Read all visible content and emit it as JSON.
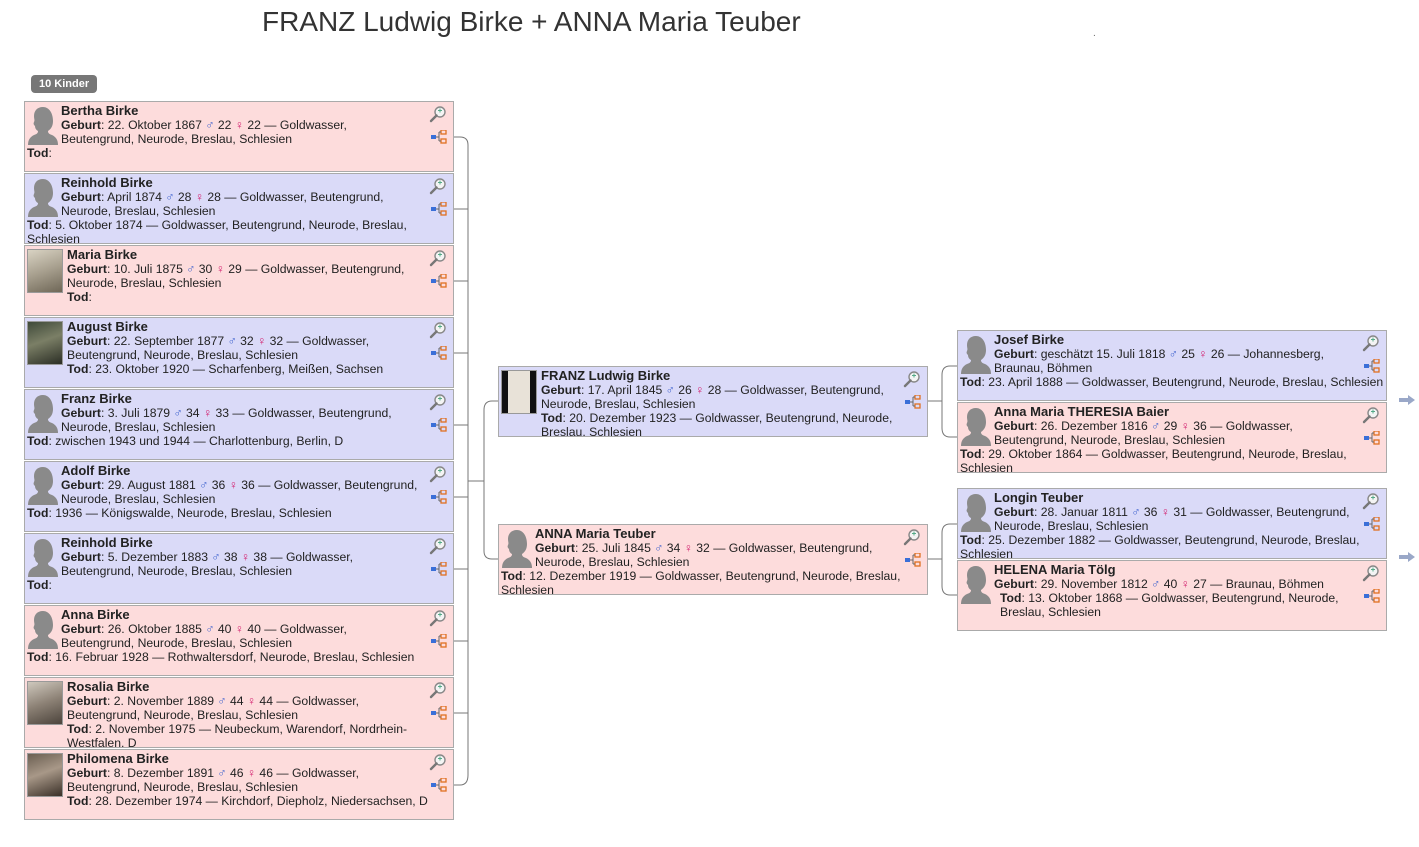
{
  "page": {
    "title": "FRANZ Ludwig Birke + ANNA Maria Teuber",
    "dot": "."
  },
  "children_badge": "10 Kinder",
  "labels": {
    "birth": "Geburt",
    "death": "Tod"
  },
  "icons": {
    "zoom": "magnifier-zoom-icon",
    "tree": "family-tree-icon",
    "silhouette": "silhouette-icon",
    "male": "male-symbol",
    "female": "female-symbol",
    "more": "arrow-right-icon"
  },
  "colors": {
    "male_box": "#dadaf8",
    "female_box": "#fddcdc",
    "male_symbol": "#3a5fcd",
    "female_symbol": "#d3206e",
    "connector": "#777777"
  },
  "children": [
    {
      "name": "Bertha Birke",
      "birth_prefix": "22. Oktober 1867",
      "father_age": "22",
      "mother_age": "22",
      "birth_suffix": " — Goldwasser, Beutengrund, Neurode, Breslau, Schlesien",
      "death": ""
    },
    {
      "name": "Reinhold Birke",
      "birth_prefix": "April 1874",
      "father_age": "28",
      "mother_age": "28",
      "birth_suffix": " — Goldwasser, Beutengrund, Neurode, Breslau, Schlesien",
      "death": "5. Oktober 1874 — Goldwasser, Beutengrund, Neurode, Breslau, Schlesien"
    },
    {
      "name": "Maria Birke",
      "birth_prefix": "10. Juli 1875",
      "father_age": "30",
      "mother_age": "29",
      "birth_suffix": " — Goldwasser, Beutengrund, Neurode, Breslau, Schlesien",
      "death": ""
    },
    {
      "name": "August Birke",
      "birth_prefix": "22. September 1877",
      "father_age": "32",
      "mother_age": "32",
      "birth_suffix": " — Goldwasser, Beutengrund, Neurode, Breslau, Schlesien",
      "death": "23. Oktober 1920 — Scharfenberg, Meißen, Sachsen"
    },
    {
      "name": "Franz Birke",
      "birth_prefix": "3. Juli 1879",
      "father_age": "34",
      "mother_age": "33",
      "birth_suffix": " — Goldwasser, Beutengrund, Neurode, Breslau, Schlesien",
      "death": "zwischen 1943 und 1944 — Charlottenburg, Berlin, D"
    },
    {
      "name": "Adolf Birke",
      "birth_prefix": "29. August 1881",
      "father_age": "36",
      "mother_age": "36",
      "birth_suffix": " — Goldwasser, Beutengrund, Neurode, Breslau, Schlesien",
      "death": "1936 — Königswalde, Neurode, Breslau, Schlesien"
    },
    {
      "name": "Reinhold Birke",
      "birth_prefix": "5. Dezember 1883",
      "father_age": "38",
      "mother_age": "38",
      "birth_suffix": " — Goldwasser, Beutengrund, Neurode, Breslau, Schlesien",
      "death": ""
    },
    {
      "name": "Anna Birke",
      "birth_prefix": "26. Oktober 1885",
      "father_age": "40",
      "mother_age": "40",
      "birth_suffix": " — Goldwasser, Beutengrund, Neurode, Breslau, Schlesien",
      "death": "16. Februar 1928 — Rothwaltersdorf, Neurode, Breslau, Schlesien"
    },
    {
      "name": "Rosalia Birke",
      "birth_prefix": "2. November 1889",
      "father_age": "44",
      "mother_age": "44",
      "birth_suffix": " — Goldwasser, Beutengrund, Neurode, Breslau, Schlesien",
      "death": "2. November 1975 — Neubeckum, Warendorf, Nordrhein-Westfalen, D"
    },
    {
      "name": "Philomena Birke",
      "birth_prefix": "8. Dezember 1891",
      "father_age": "46",
      "mother_age": "46",
      "birth_suffix": " — Goldwasser, Beutengrund, Neurode, Breslau, Schlesien",
      "death": "28. Dezember 1974 — Kirchdorf, Diepholz, Niedersachsen, D"
    }
  ],
  "parents": [
    {
      "name": "FRANZ Ludwig Birke",
      "birth_prefix": "17. April 1845",
      "father_age": "26",
      "mother_age": "28",
      "birth_suffix": " — Goldwasser, Beutengrund, Neurode, Breslau, Schlesien",
      "death": "20. Dezember 1923 — Goldwasser, Beutengrund, Neurode, Breslau, Schlesien"
    },
    {
      "name": "ANNA Maria Teuber",
      "birth_prefix": "25. Juli 1845",
      "father_age": "34",
      "mother_age": "32",
      "birth_suffix": " — Goldwasser, Beutengrund, Neurode, Breslau, Schlesien",
      "death": "12. Dezember 1919 — Goldwasser, Beutengrund, Neurode, Breslau, Schlesien"
    }
  ],
  "grandparents": [
    {
      "name": "Josef Birke",
      "birth_prefix": "geschätzt 15. Juli 1818",
      "father_age": "25",
      "mother_age": "26",
      "birth_suffix": " — Johannesberg, Braunau, Böhmen",
      "death": "23. April 1888 — Goldwasser, Beutengrund, Neurode, Breslau, Schlesien"
    },
    {
      "name": "Anna Maria THERESIA Baier",
      "birth_prefix": "26. Dezember 1816",
      "father_age": "29",
      "mother_age": "36",
      "birth_suffix": " — Goldwasser, Beutengrund, Neurode, Breslau, Schlesien",
      "death": "29. Oktober 1864 — Goldwasser, Beutengrund, Neurode, Breslau, Schlesien"
    },
    {
      "name": "Longin Teuber",
      "birth_prefix": "28. Januar 1811",
      "father_age": "36",
      "mother_age": "31",
      "birth_suffix": " — Goldwasser, Beutengrund, Neurode, Breslau, Schlesien",
      "death": "25. Dezember 1882 — Goldwasser, Beutengrund, Neurode, Breslau, Schlesien"
    },
    {
      "name": "HELENA Maria Tölg",
      "birth_prefix": "29. November 1812",
      "father_age": "40",
      "mother_age": "27",
      "birth_suffix": " — Braunau, Böhmen",
      "death": "13. Oktober 1868 — Goldwasser, Beutengrund, Neurode, Breslau, Schlesien"
    }
  ]
}
